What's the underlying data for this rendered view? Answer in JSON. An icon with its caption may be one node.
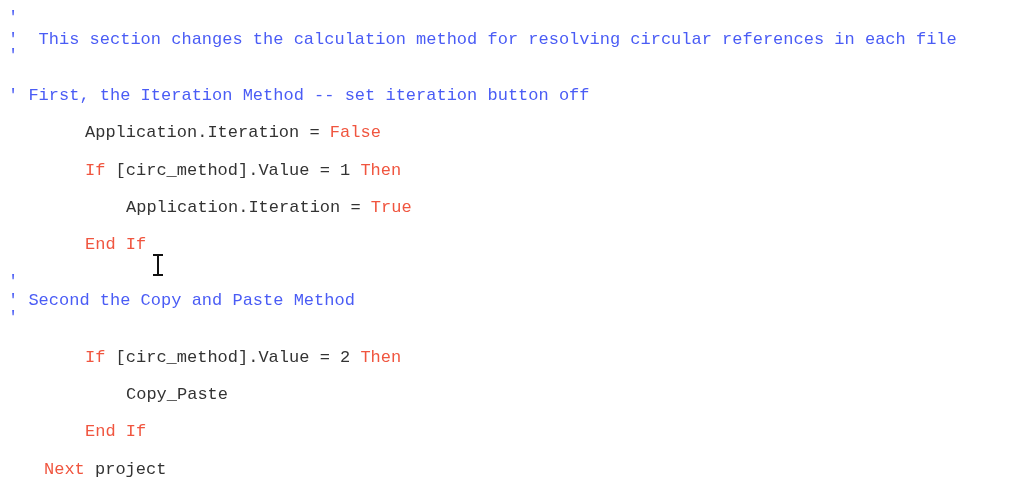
{
  "diagram": {
    "labels": [
      "'",
      "'  This section changes the calculation method for resolving circular references in each file",
      "'",
      "' First, the Iteration Method -- set iteration button off",
      "Application.Iteration =",
      "False",
      "If",
      "[circ_method].Value = 1",
      "Then",
      "Application.Iteration =",
      "True",
      "End If",
      "'",
      "' Second the Copy and Paste Method",
      "'",
      "If",
      "[circ_method].Value = 2",
      "Then",
      "Copy_Paste",
      "End If",
      "Next",
      "project"
    ]
  }
}
